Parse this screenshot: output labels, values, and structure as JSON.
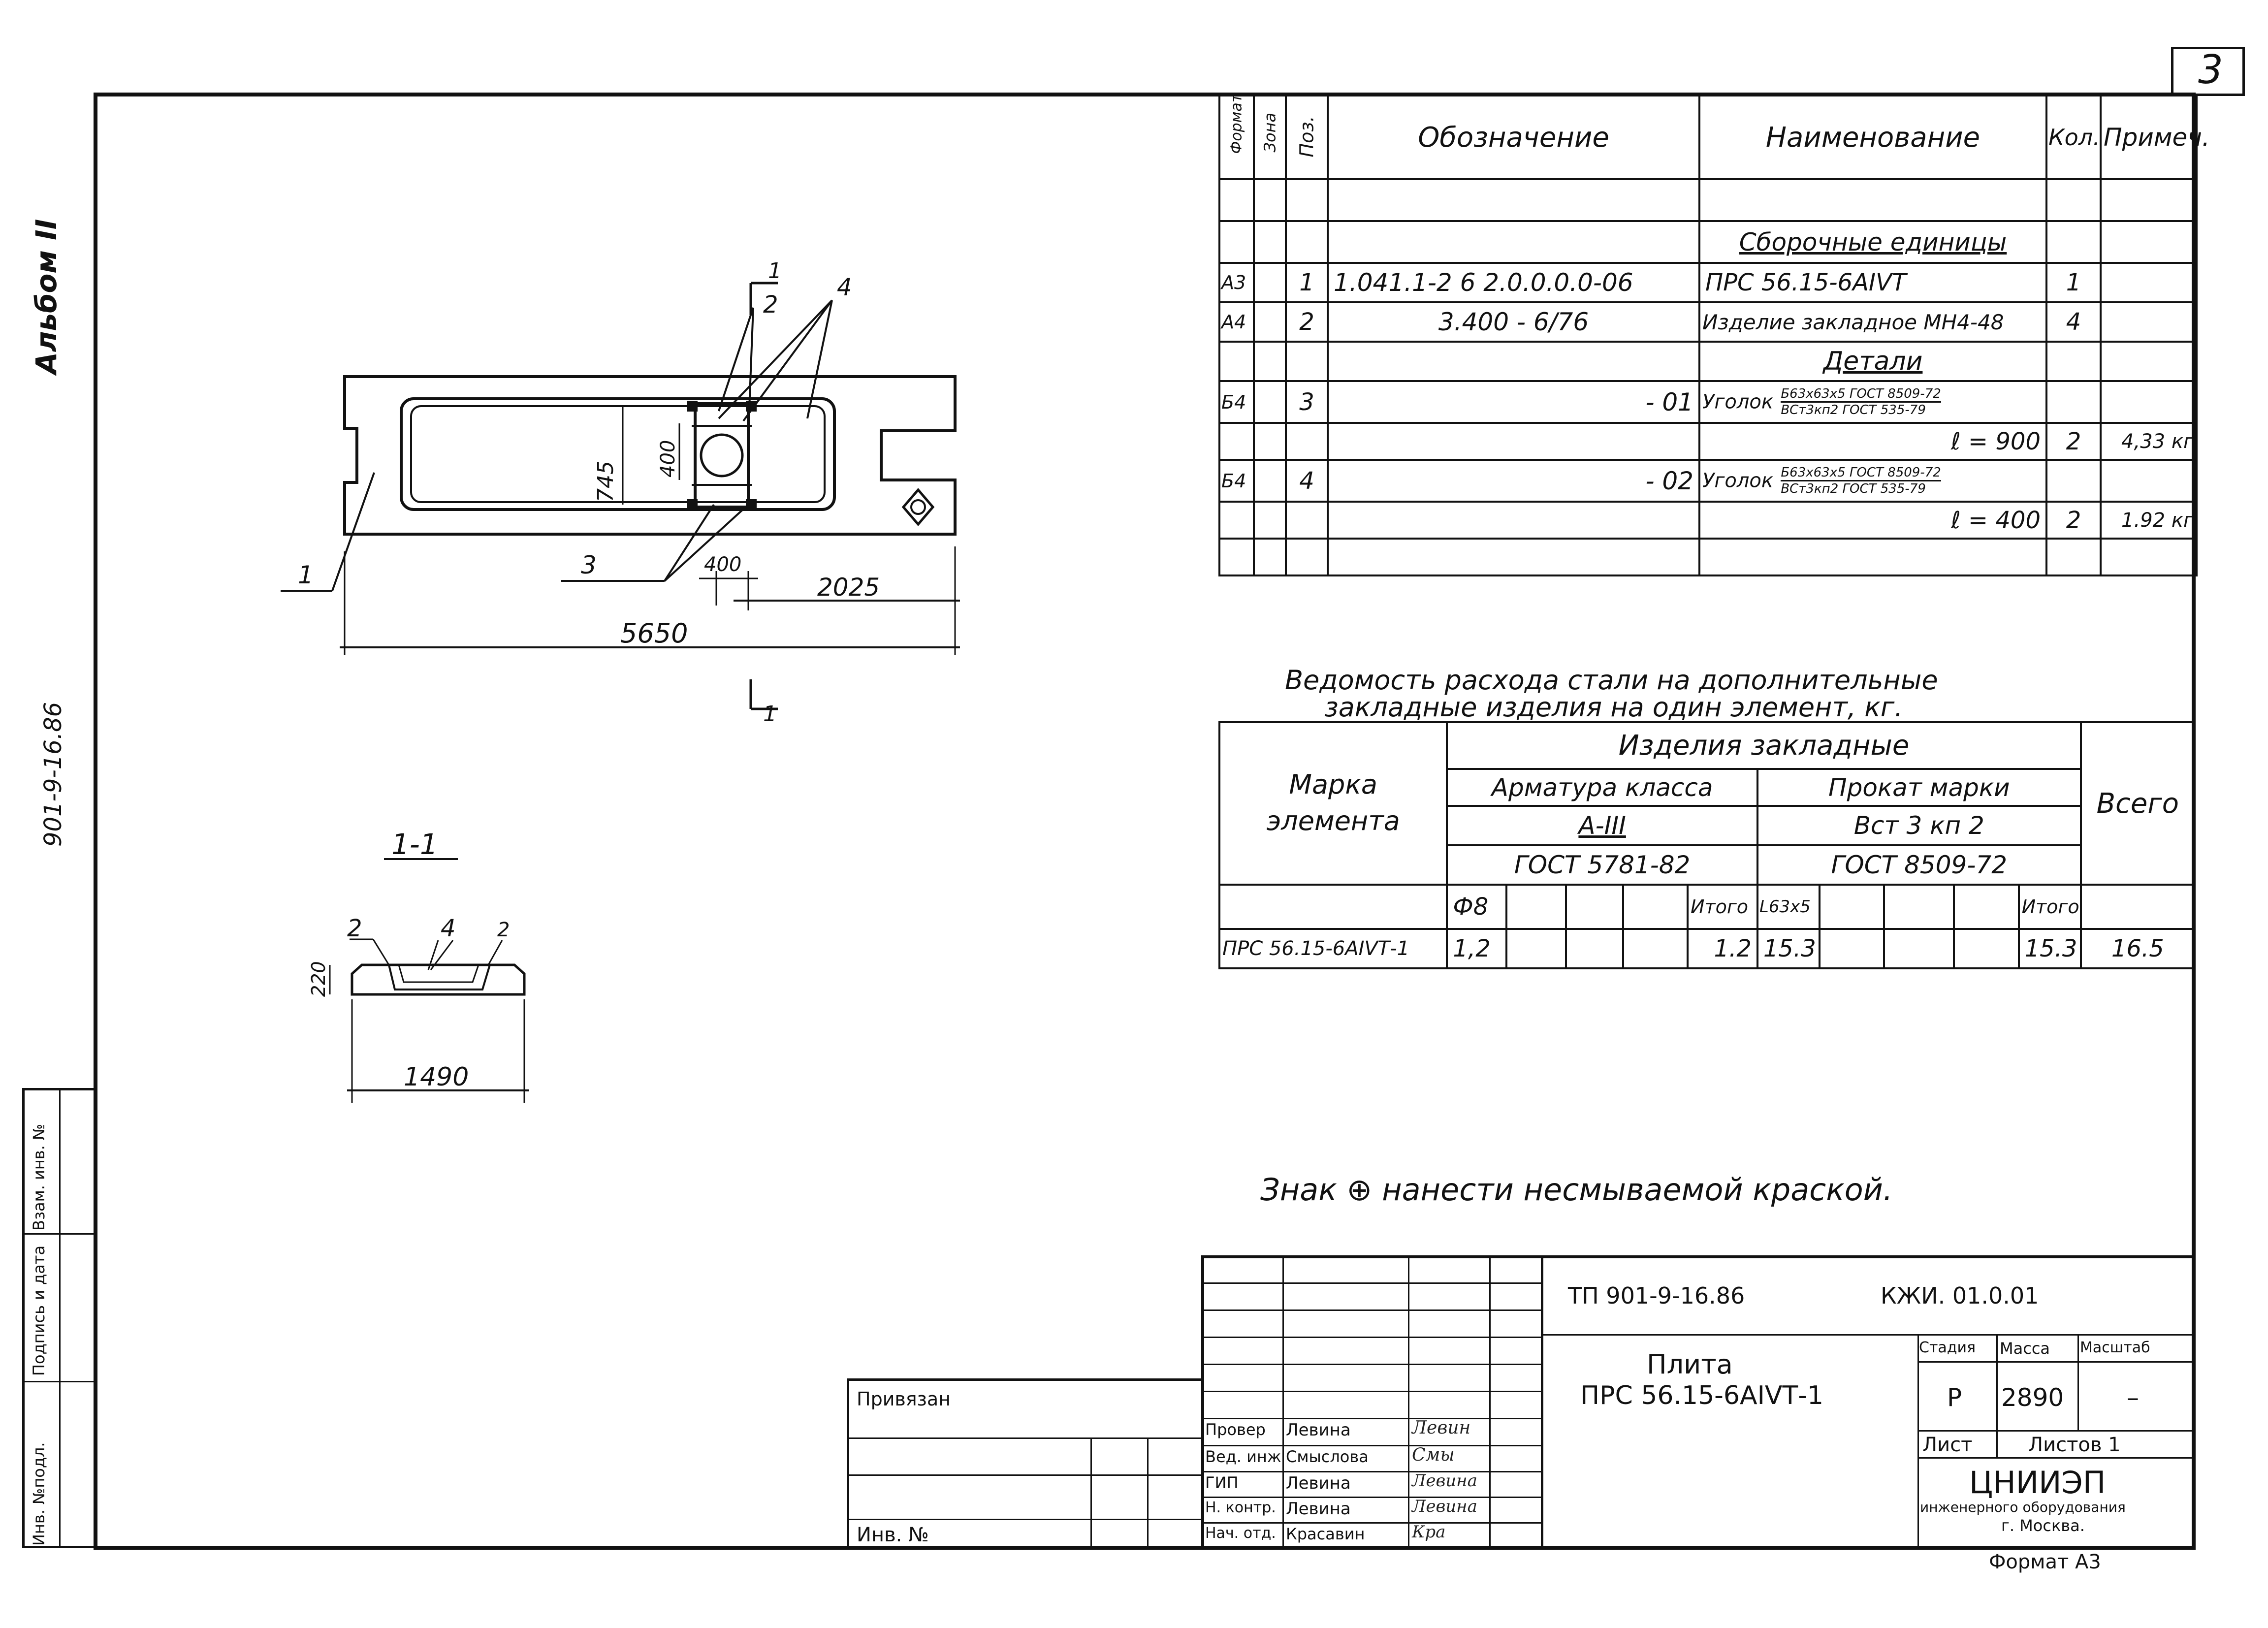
{
  "sheet_number": "3",
  "side_album": "Альбом II",
  "side_code": "901-9-16.86",
  "left_strip": [
    "Инв. №подл.",
    "Подпись и дата",
    "Взам. инв. №"
  ],
  "spec_table": {
    "headers": {
      "format": "Формат",
      "zone": "Зона",
      "pos": "Поз.",
      "designation": "Обозначение",
      "name": "Наименование",
      "qty": "Кол.",
      "note": "Примеч."
    },
    "section_assemblies": "Сборочные единицы",
    "section_details": "Детали",
    "rows": [
      {
        "format": "А3",
        "pos": "1",
        "designation": "1.041.1-2 6 2.0.0.0.0-06",
        "name": "ПРС 56.15-6АIVТ",
        "qty": "1",
        "note": ""
      },
      {
        "format": "А4",
        "pos": "2",
        "designation": "3.400 - 6/76",
        "name": "Изделие закладное МН4-48",
        "qty": "4",
        "note": ""
      },
      {
        "format": "Б4",
        "pos": "3",
        "designation": "- 01",
        "name": "Уголок",
        "name_top": "Б63х63х5 ГОСТ 8509-72",
        "name_bottom": "ВСт3кп2 ГОСТ 535-79",
        "length": "ℓ = 900",
        "qty": "2",
        "note": "4,33 кг"
      },
      {
        "format": "Б4",
        "pos": "4",
        "designation": "- 02",
        "name": "Уголок",
        "name_top": "Б63х63х5 ГОСТ 8509-72",
        "name_bottom": "ВСт3кп2 ГОСТ 535-79",
        "length": "ℓ = 400",
        "qty": "2",
        "note": "1.92 кг"
      }
    ]
  },
  "steel_statement": {
    "title_line1": "Ведомость расхода стали на дополнительные",
    "title_line2": "закладные изделия на один элемент, кг.",
    "mark_header": "Марка элемента",
    "items_header": "Изделия закладные",
    "rebar_header": "Арматура класса",
    "rebar_class": "А-III",
    "rebar_gost": "ГОСТ 5781-82",
    "rolled_header": "Прокат марки",
    "rolled_grade": "Вст 3 кп 2",
    "rolled_gost": "ГОСТ 8509-72",
    "total_header": "Всего",
    "sub_rebar_dia": "Ф8",
    "sub_total": "Итого",
    "sub_rolled": "L63х5",
    "row": {
      "mark": "ПРС 56.15-6АIVТ-1",
      "rebar_phi8": "1,2",
      "rebar_total": "1.2",
      "rolled": "15.3",
      "rolled_total": "15.3",
      "total": "16.5"
    }
  },
  "drawing": {
    "dim_5650": "5650",
    "dim_2025": "2025",
    "dim_400_h": "400",
    "dim_745": "745",
    "dim_400_v": "400",
    "callouts": [
      "1",
      "2",
      "3",
      "4"
    ],
    "section_mark": "1",
    "section_title": "1-1",
    "section_dim_width": "1490",
    "section_dim_height": "220",
    "section_callouts": [
      "2",
      "4",
      "2"
    ]
  },
  "note": "Знак ⊕ нанести несмываемой краской.",
  "title_block": {
    "doc_number": "ТП 901-9-16.86",
    "doc_code": "КЖИ. 01.0.01",
    "title_line1": "Плита",
    "title_line2": "ПРС 56.15-6АIVТ-1",
    "stage_label": "Стадия",
    "mass_label": "Масса",
    "scale_label": "Масштаб",
    "stage": "Р",
    "mass": "2890",
    "scale": "–",
    "sheet_label": "Лист",
    "sheets_label": "Листов 1",
    "org_line1": "ЦНИИЭП",
    "org_line2": "инженерного оборудования",
    "org_line3": "г. Москва.",
    "bound_label": "Привязан",
    "inv_label": "Инв. №",
    "format": "Формат А3",
    "roles": [
      {
        "role": "Провер",
        "name": "Левина",
        "sign": "Левин"
      },
      {
        "role": "Вед. инж",
        "name": "Смыслова",
        "sign": "Смы"
      },
      {
        "role": "ГИП",
        "name": "Левина",
        "sign": "Левина"
      },
      {
        "role": "Н. контр.",
        "name": "Левина",
        "sign": "Левина"
      },
      {
        "role": "Нач. отд.",
        "name": "Красавин",
        "sign": "Кра"
      }
    ]
  }
}
